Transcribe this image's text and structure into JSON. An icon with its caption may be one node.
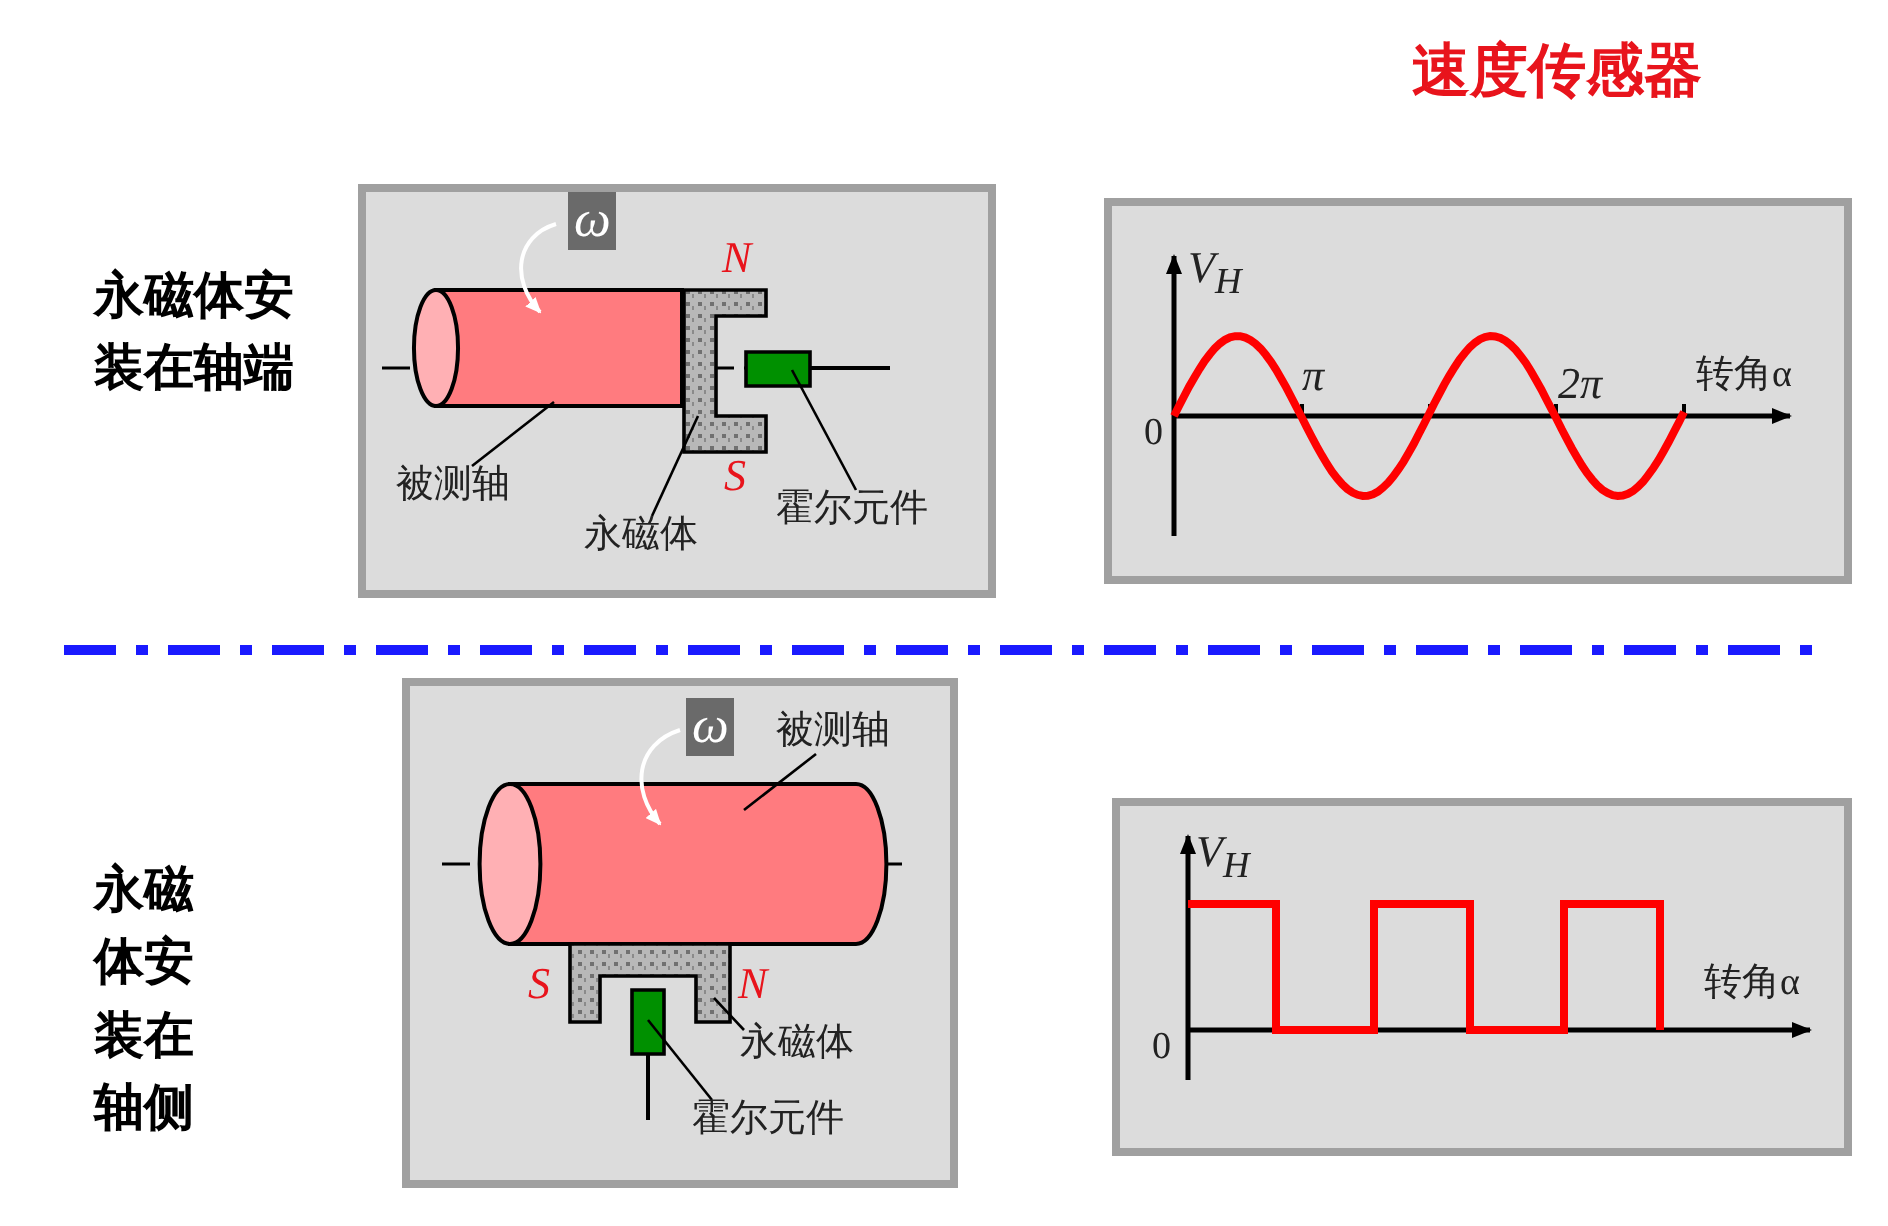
{
  "diagram": {
    "title": "速度传感器",
    "nodes": [
      {
        "text": [
          "被测轴"
        ]
      },
      {
        "text": [],
        "shape": "cylinder"
      },
      {
        "text": [
          "永磁体"
        ]
      },
      {
        "text": [],
        "shape": "box"
      },
      {
        "text": [
          "霍尔元件"
        ]
      },
      {
        "text": [],
        "shape": "box"
      },
      {
        "text": [
          "被测轴"
        ]
      },
      {
        "text": [],
        "shape": "cylinder"
      },
      {
        "text": [
          "永磁体"
        ]
      },
      {
        "text": [],
        "shape": "box"
      },
      {
        "text": [
          "霍尔元件"
        ]
      },
      {
        "text": [],
        "shape": "box"
      }
    ],
    "edges": [
      {
        "from": 0,
        "to": 1,
        "arrow": "none"
      },
      {
        "from": 2,
        "to": 3,
        "arrow": "none"
      },
      {
        "from": 4,
        "to": 5,
        "arrow": "none"
      },
      {
        "from": 6,
        "to": 7,
        "arrow": "none"
      },
      {
        "from": 8,
        "to": 9,
        "arrow": "none"
      },
      {
        "from": 10,
        "to": 11,
        "arrow": "none"
      }
    ],
    "labels": [
      "永磁体安装在轴端",
      "ω",
      "N",
      "V$_{H}$",
      "π",
      "2π",
      "转角α",
      "0",
      "S",
      "永磁体安装在轴侧",
      "ω",
      "V$_{H}$",
      "S",
      "N",
      "转角α",
      "0"
    ]
  }
}
